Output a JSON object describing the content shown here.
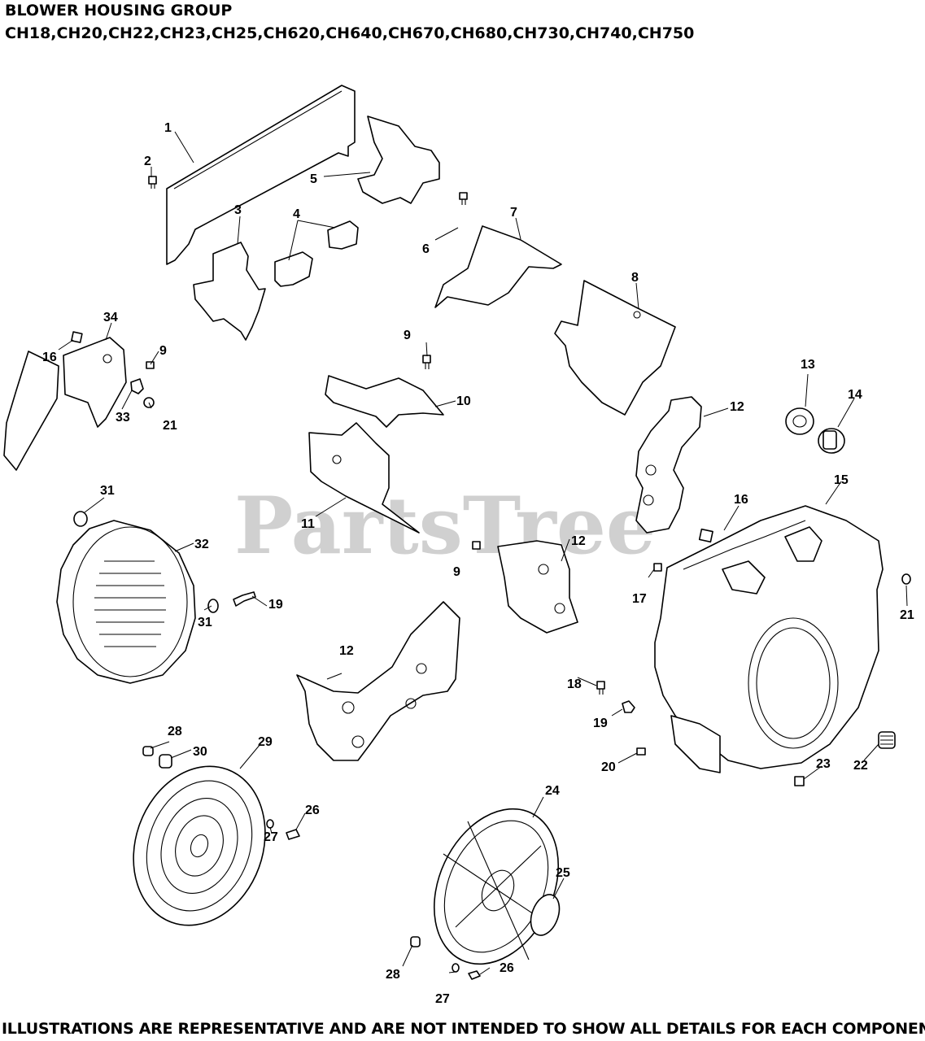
{
  "header": {
    "title": "BLOWER HOUSING GROUP",
    "models": "CH18,CH20,CH22,CH23,CH25,CH620,CH640,CH670,CH680,CH730,CH740,CH750"
  },
  "watermark": "PartsTree",
  "callouts": [
    "1",
    "2",
    "3",
    "4",
    "5",
    "6",
    "7",
    "8",
    "9",
    "10",
    "11",
    "12",
    "13",
    "14",
    "15",
    "16",
    "17",
    "18",
    "19",
    "20",
    "21",
    "22",
    "23",
    "24",
    "25",
    "26",
    "27",
    "28",
    "29",
    "30",
    "31",
    "32",
    "33",
    "34"
  ],
  "footer": "ILLUSTRATIONS ARE REPRESENTATIVE AND ARE NOT INTENDED TO SHOW ALL DETAILS FOR EACH COMPONENT"
}
